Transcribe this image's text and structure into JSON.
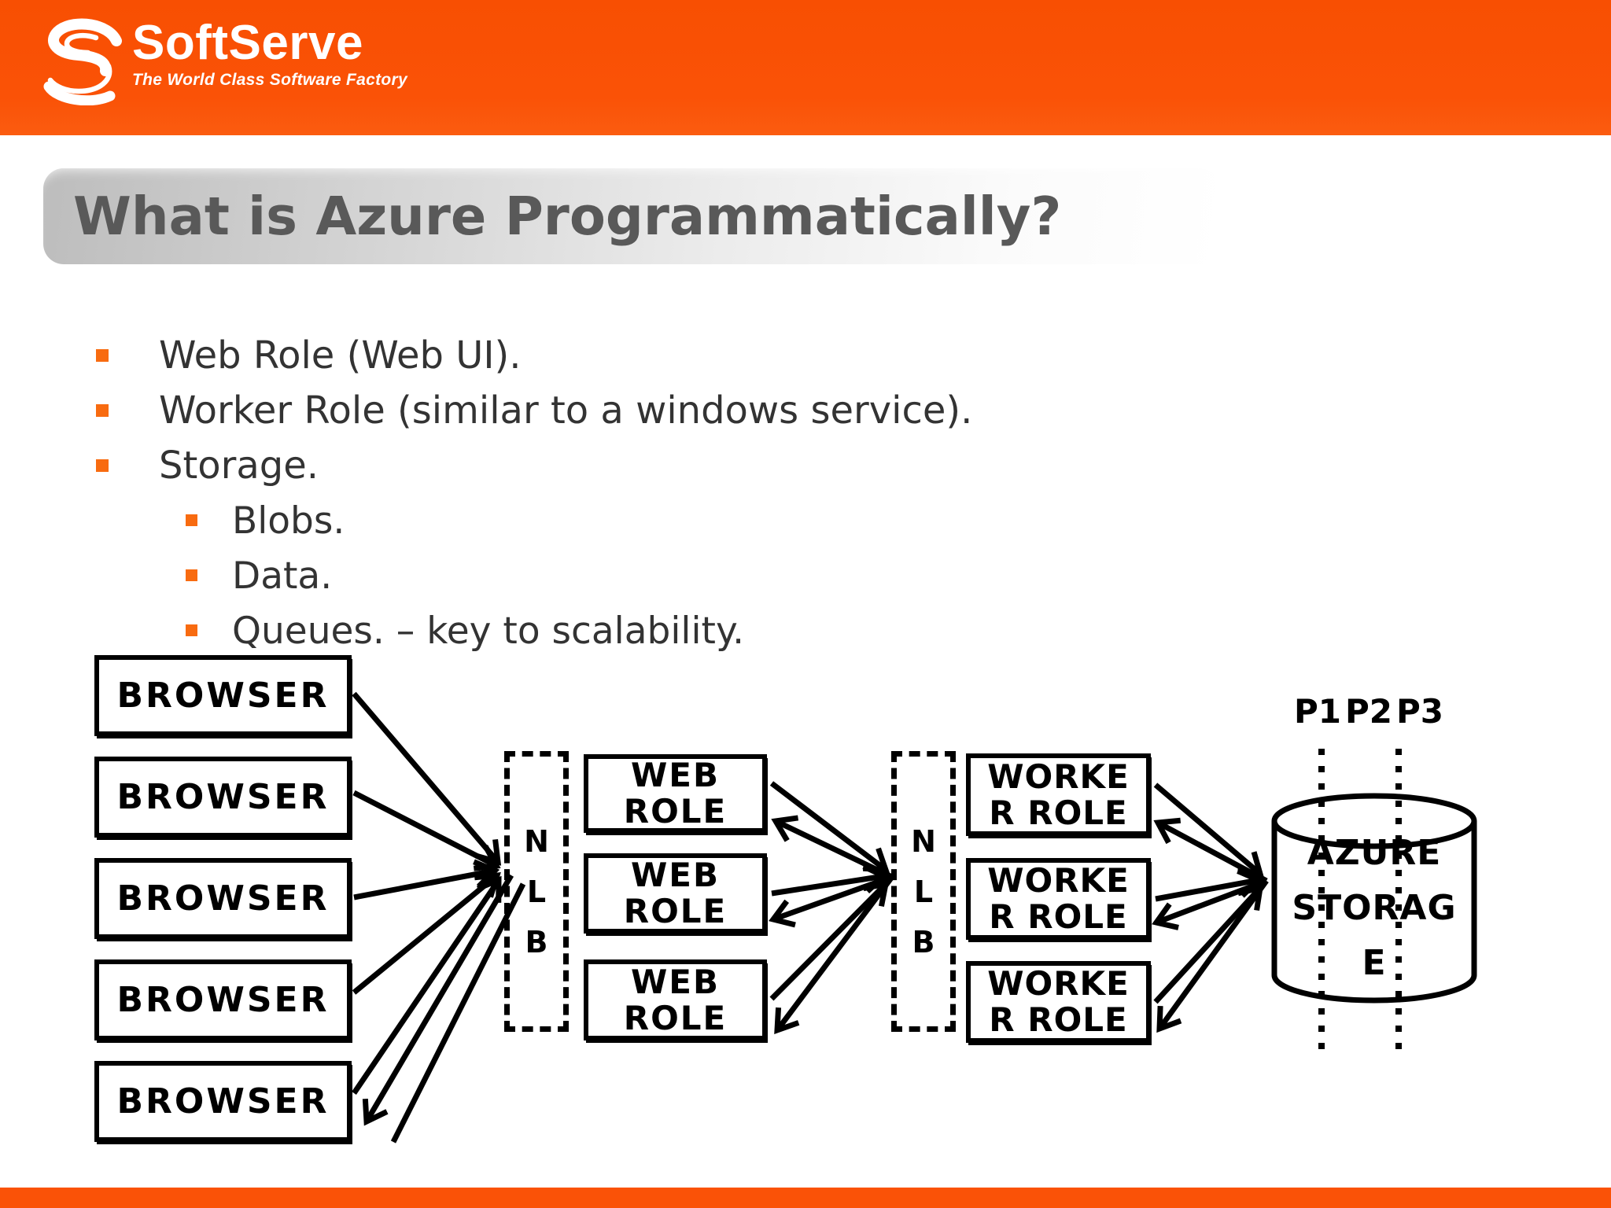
{
  "header": {
    "brand": "SoftServe",
    "tagline": "The World Class Software Factory"
  },
  "title": {
    "text": "What is Azure Programmatically?"
  },
  "bullets": {
    "l1": [
      "Web Role (Web UI).",
      "Worker Role (similar to a windows service).",
      "Storage."
    ],
    "l2": [
      "Blobs.",
      "Data.",
      "Queues. – key to scalability."
    ]
  },
  "diagram": {
    "browsers": [
      "BROWSER",
      "BROWSER",
      "BROWSER",
      "BROWSER",
      "BROWSER"
    ],
    "nlb": [
      "N",
      "L",
      "B"
    ],
    "web_role": [
      "WEB",
      "ROLE"
    ],
    "worker_role": [
      "WORKE",
      "R ROLE"
    ],
    "storage": [
      "AZURE",
      "STORAG",
      "E"
    ],
    "partitions": [
      "P1",
      "P2",
      "P3"
    ]
  },
  "colors": {
    "header_orange": "#FA5207",
    "bullet_orange": "#F86B10",
    "title_gray": "#595959",
    "text_dark": "#333333",
    "diagram_black": "#000000"
  }
}
